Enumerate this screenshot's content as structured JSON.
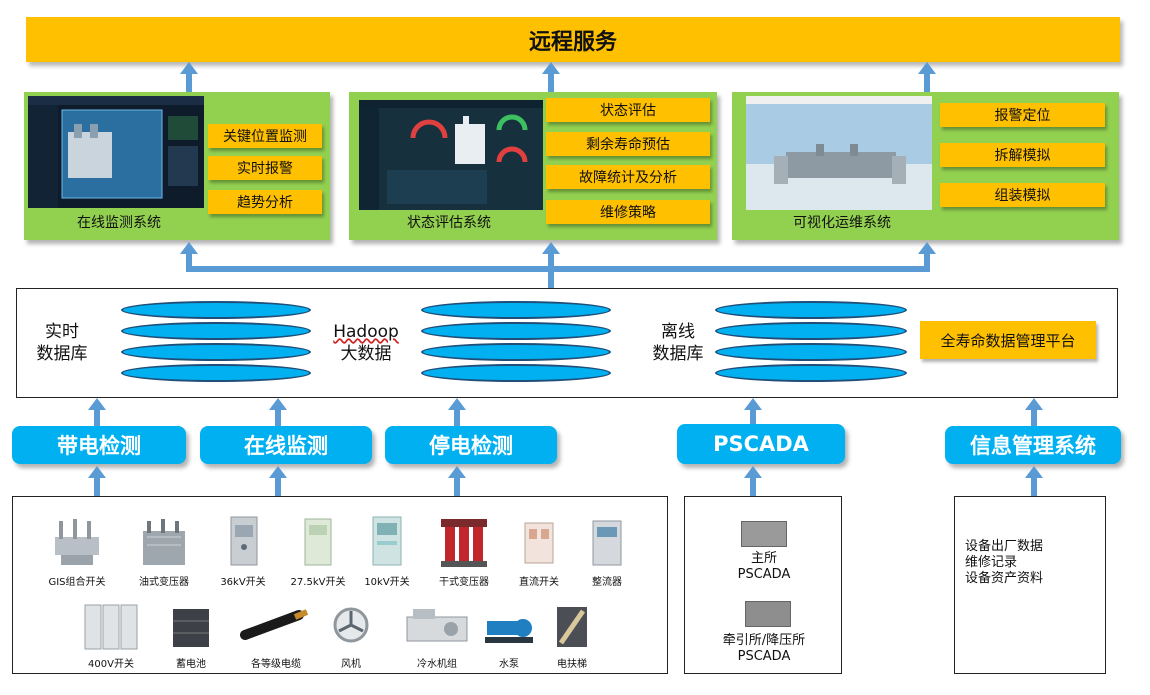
{
  "top": {
    "title": "远程服务"
  },
  "systems": [
    {
      "title": "在线监测系统",
      "functions": [
        "关键位置监测",
        "实时报警",
        "趋势分析"
      ]
    },
    {
      "title": "状态评估系统",
      "functions": [
        "状态评估",
        "剩余寿命预估",
        "故障统计及分析",
        "维修策略"
      ]
    },
    {
      "title": "可视化运维系统",
      "functions": [
        "报警定位",
        "拆解模拟",
        "组装模拟"
      ]
    }
  ],
  "data_layer": {
    "realtime_db": [
      "实时",
      "数据库"
    ],
    "bigdata": [
      "Hadoop",
      "大数据"
    ],
    "offline_db": [
      "离线",
      "数据库"
    ],
    "platform": "全寿命数据管理平台"
  },
  "sources": [
    "带电检测",
    "在线监测",
    "停电检测",
    "PSCADA",
    "信息管理系统"
  ],
  "devices": {
    "row1": [
      "GIS组合开关",
      "油式变压器",
      "36kV开关",
      "27.5kV开关",
      "10kV开关",
      "干式变压器",
      "直流开关",
      "整流器"
    ],
    "row2": [
      "400V开关",
      "蓄电池",
      "各等级电缆",
      "风机",
      "冷水机组",
      "水泵",
      "电扶梯"
    ]
  },
  "pscada": {
    "main": [
      "主所",
      "PSCADA"
    ],
    "traction": [
      "牵引所/降压所",
      "PSCADA"
    ]
  },
  "info_mgmt": {
    "items": [
      "设备出厂数据",
      "维修记录",
      "设备资产资料"
    ]
  },
  "colors": {
    "gold": "#ffc000",
    "green": "#92d050",
    "cyan": "#00b0f0",
    "arrow": "#5b9bd5"
  }
}
